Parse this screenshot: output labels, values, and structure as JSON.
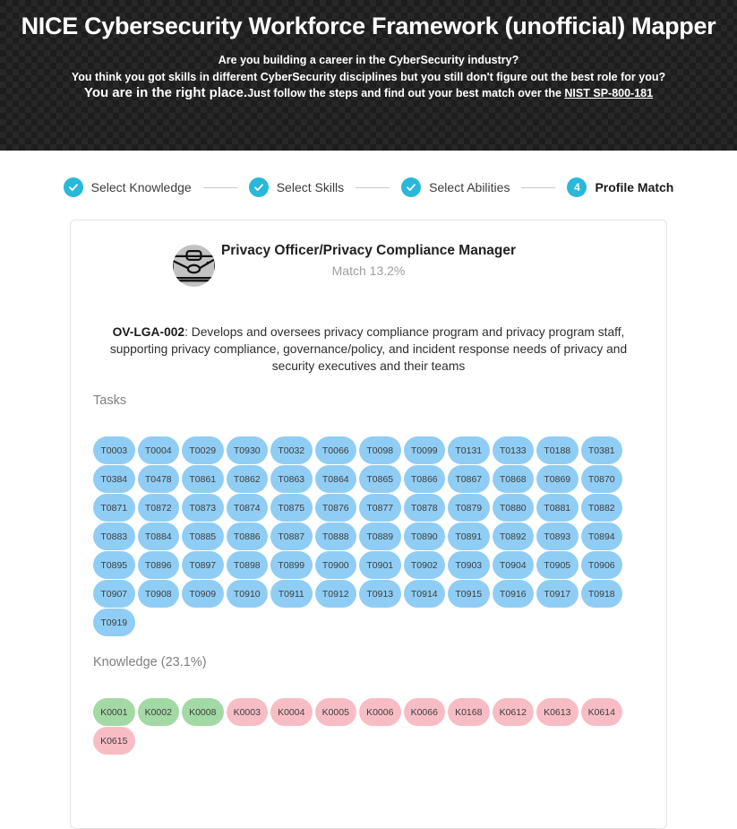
{
  "header": {
    "title": "NICE Cybersecurity Workforce Framework (unofficial) Mapper",
    "line1": "Are you building a career in the CyberSecurity industry?",
    "line2": "You think you got skills in different CyberSecurity disciplines but you still don't figure out the best role for you?",
    "line3_bold": "You are in the right place.",
    "line3_rest": "Just follow the steps and find out your best match over the ",
    "link_label": "NIST SP-800-181"
  },
  "stepper": {
    "steps": [
      {
        "label": "Select Knowledge",
        "state": "done",
        "icon": "check-icon"
      },
      {
        "label": "Select Skills",
        "state": "done",
        "icon": "check-icon"
      },
      {
        "label": "Select Abilities",
        "state": "done",
        "icon": "check-icon"
      },
      {
        "label": "Profile Match",
        "state": "active",
        "number": "4"
      }
    ]
  },
  "profile": {
    "avatar_icon": "briefcase-icon",
    "role_title": "Privacy Officer/Privacy Compliance Manager",
    "match": "Match 13.2%",
    "code": "OV-LGA-002",
    "description": ": Develops and oversees privacy compliance program and privacy program staff, supporting privacy compliance, governance/policy, and incident response needs of privacy and security executives and their teams"
  },
  "tasks": {
    "heading": "Tasks",
    "items": [
      "T0003",
      "T0004",
      "T0029",
      "T0930",
      "T0032",
      "T0066",
      "T0098",
      "T0099",
      "T0131",
      "T0133",
      "T0188",
      "T0381",
      "T0384",
      "T0478",
      "T0861",
      "T0862",
      "T0863",
      "T0864",
      "T0865",
      "T0866",
      "T0867",
      "T0868",
      "T0869",
      "T0870",
      "T0871",
      "T0872",
      "T0873",
      "T0874",
      "T0875",
      "T0876",
      "T0877",
      "T0878",
      "T0879",
      "T0880",
      "T0881",
      "T0882",
      "T0883",
      "T0884",
      "T0885",
      "T0886",
      "T0887",
      "T0888",
      "T0889",
      "T0890",
      "T0891",
      "T0892",
      "T0893",
      "T0894",
      "T0895",
      "T0896",
      "T0897",
      "T0898",
      "T0899",
      "T0900",
      "T0901",
      "T0902",
      "T0903",
      "T0904",
      "T0905",
      "T0906",
      "T0907",
      "T0908",
      "T0909",
      "T0910",
      "T0911",
      "T0912",
      "T0913",
      "T0914",
      "T0915",
      "T0916",
      "T0917",
      "T0918",
      "T0919"
    ]
  },
  "knowledge": {
    "heading": "Knowledge (23.1%)",
    "items": [
      {
        "code": "K0001",
        "matched": true
      },
      {
        "code": "K0002",
        "matched": true
      },
      {
        "code": "K0008",
        "matched": true
      },
      {
        "code": "K0003",
        "matched": false
      },
      {
        "code": "K0004",
        "matched": false
      },
      {
        "code": "K0005",
        "matched": false
      },
      {
        "code": "K0006",
        "matched": false
      },
      {
        "code": "K0066",
        "matched": false
      },
      {
        "code": "K0168",
        "matched": false
      },
      {
        "code": "K0612",
        "matched": false
      },
      {
        "code": "K0613",
        "matched": false
      },
      {
        "code": "K0614",
        "matched": false
      },
      {
        "code": "K0615",
        "matched": false
      }
    ]
  },
  "colors": {
    "accent_cyan": "#29b8d9",
    "chip_blue": "#90cdf4",
    "chip_green": "#a3d9a4",
    "chip_pink": "#f8bdc4",
    "header_bg": "#1c1c1c"
  }
}
